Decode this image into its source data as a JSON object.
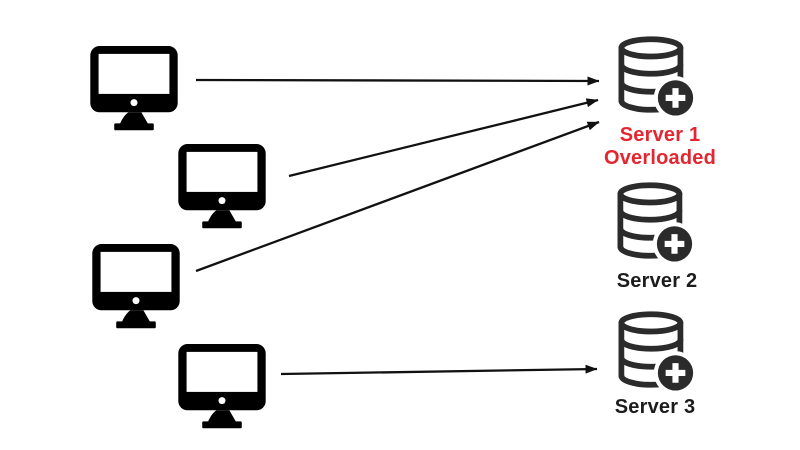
{
  "diagram_type": "load-balancing-overload-diagram",
  "colors": {
    "bg": "#ffffff",
    "ink": "#000000",
    "server-ink": "#2b2b2b",
    "arrow": "#111111",
    "red": "#e32730",
    "label": "#1c1c1c"
  },
  "clients": [
    {
      "id": "client-1",
      "icon": "desktop-computer-icon"
    },
    {
      "id": "client-2",
      "icon": "desktop-computer-icon"
    },
    {
      "id": "client-3",
      "icon": "desktop-computer-icon"
    },
    {
      "id": "client-4",
      "icon": "desktop-computer-icon"
    }
  ],
  "servers": [
    {
      "name": "Server 1",
      "status": "Overloaded",
      "overloaded": true,
      "icon": "database-add-icon"
    },
    {
      "name": "Server 2",
      "status": "",
      "overloaded": false,
      "icon": "database-add-icon"
    },
    {
      "name": "Server 3",
      "status": "",
      "overloaded": false,
      "icon": "database-add-icon"
    }
  ],
  "connections": [
    {
      "from": "client-1",
      "to": "server-1"
    },
    {
      "from": "client-2",
      "to": "server-1"
    },
    {
      "from": "client-3",
      "to": "server-1"
    },
    {
      "from": "client-4",
      "to": "server-3"
    }
  ]
}
